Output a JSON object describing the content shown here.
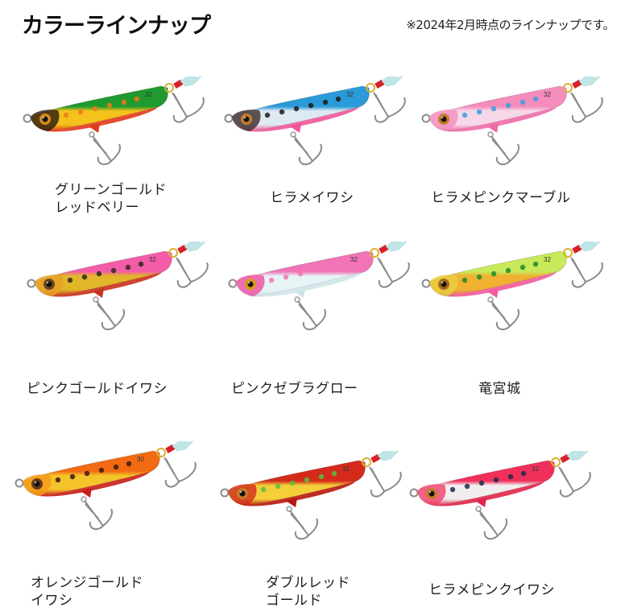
{
  "header": {
    "title": "カラーラインナップ",
    "note": "※2024年2月時点のラインナップです。"
  },
  "lures": [
    {
      "name_line1": "グリーンゴールド",
      "name_line2": "レッドベリー",
      "weight_mark": "32",
      "colors": {
        "top": "#1f9a2e",
        "mid": "#f4c21a",
        "belly": "#e0381c",
        "head": "#2a1a10",
        "eye": "#d88a1e",
        "accent": "#f07a1a"
      }
    },
    {
      "name_line1": "ヒラメイワシ",
      "name_line2": "",
      "weight_mark": "32",
      "colors": {
        "top": "#2a9ad8",
        "mid": "#dfe9f2",
        "belly": "#f0559a",
        "head": "#3a2a2a",
        "eye": "#c87a2a",
        "accent": "#1a1a1a"
      }
    },
    {
      "name_line1": "ヒラメピンクマーブル",
      "name_line2": "",
      "weight_mark": "32",
      "colors": {
        "top": "#f58cbc",
        "mid": "#f6d8e8",
        "belly": "#f06aa8",
        "head": "#f38fbf",
        "eye": "#c87a2a",
        "accent": "#3a9de0"
      }
    },
    {
      "name_line1": "ピンクゴールドイワシ",
      "name_line2": "",
      "weight_mark": "32",
      "colors": {
        "top": "#f45ca8",
        "mid": "#e2b629",
        "belly": "#c8321c",
        "head": "#e8a02a",
        "eye": "#6a4a1a",
        "accent": "#2a2a1a"
      }
    },
    {
      "name_line1": "ピンクゼブラグロー",
      "name_line2": "",
      "weight_mark": "32",
      "colors": {
        "top": "#f274b6",
        "mid": "#e6f4f6",
        "belly": "#cfe6ea",
        "head": "#f04e9e",
        "eye": "#d89a1a",
        "accent": "#f274b6"
      }
    },
    {
      "name_line1": "竜宮城",
      "name_line2": "",
      "weight_mark": "32",
      "colors": {
        "top": "#c8ea5a",
        "mid": "#f0b030",
        "belly": "#f05a9a",
        "head": "#e8d040",
        "eye": "#a86a1a",
        "accent": "#1e8a2a"
      }
    },
    {
      "name_line1": "オレンジゴールド",
      "name_line2": "イワシ",
      "weight_mark": "30",
      "colors": {
        "top": "#f26a12",
        "mid": "#f4c42a",
        "belly": "#c81e16",
        "head": "#f49a1a",
        "eye": "#6a3a1a",
        "accent": "#3a1a10"
      }
    },
    {
      "name_line1": "ダブルレッド",
      "name_line2": "ゴールド",
      "weight_mark": "32",
      "colors": {
        "top": "#d42a1c",
        "mid": "#f4cf3a",
        "belly": "#b8160e",
        "head": "#d02a1a",
        "eye": "#c87a2a",
        "accent": "#5ac03a"
      }
    },
    {
      "name_line1": "ヒラメピンクイワシ",
      "name_line2": "",
      "weight_mark": "32",
      "colors": {
        "top": "#f0305a",
        "mid": "#f2eef0",
        "belly": "#e0264a",
        "head": "#f0406a",
        "eye": "#c87a2a",
        "accent": "#1a2a4a"
      }
    }
  ]
}
